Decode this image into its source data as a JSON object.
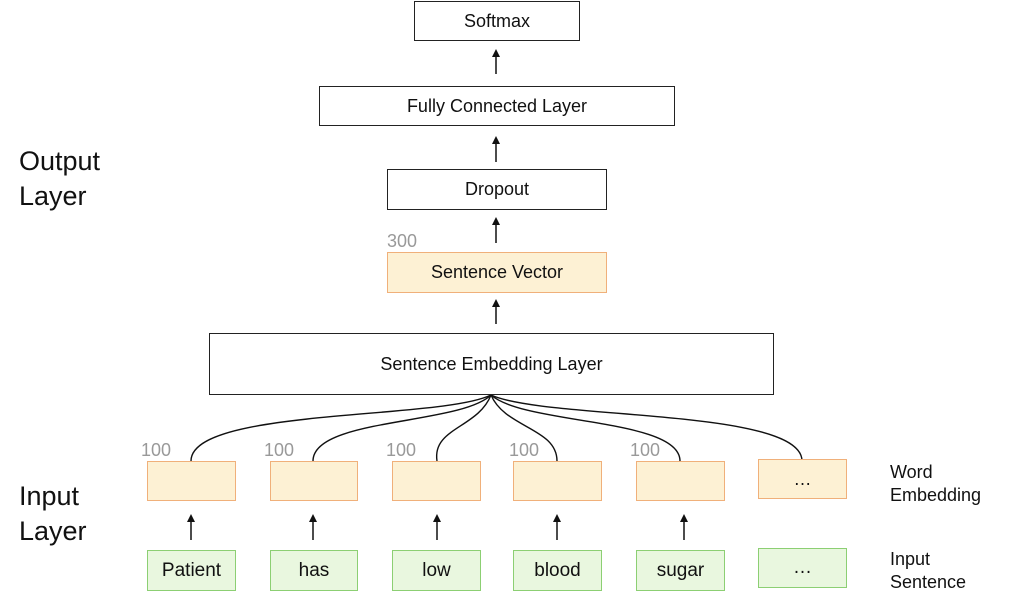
{
  "layers": {
    "softmax": "Softmax",
    "fully_connected": "Fully Connected Layer",
    "dropout": "Dropout",
    "sentence_vector": "Sentence Vector",
    "sentence_vector_dim": "300",
    "sentence_embedding": "Sentence Embedding Layer"
  },
  "side_labels": {
    "output_line1": "Output",
    "output_line2": "Layer",
    "input_line1": "Input",
    "input_line2": "Layer",
    "word_emb_line1": "Word",
    "word_emb_line2": "Embedding",
    "input_sent_line1": "Input",
    "input_sent_line2": "Sentence"
  },
  "word_embedding": {
    "dim": "100",
    "ellipsis": "…"
  },
  "input_sentence": {
    "words": [
      "Patient",
      "has",
      "low",
      "blood",
      "sugar",
      "…"
    ]
  },
  "colors": {
    "yellow_fill": "#fdf1d4",
    "yellow_border": "#f0b07a",
    "green_fill": "#e9f7df",
    "green_border": "#8ccf73",
    "dim_label": "#999999"
  }
}
